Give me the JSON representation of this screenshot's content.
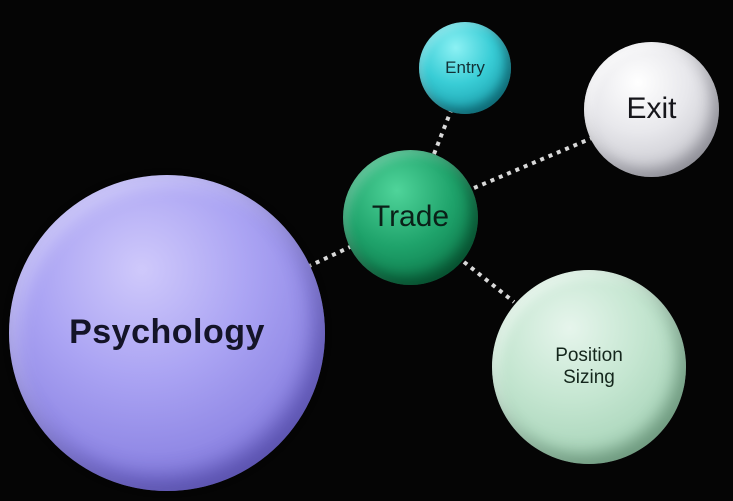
{
  "diagram": {
    "nodes": [
      {
        "id": "psychology",
        "label": "Psychology",
        "color": "#aaa3f3"
      },
      {
        "id": "trade",
        "label": "Trade",
        "color": "#1fa36b"
      },
      {
        "id": "entry",
        "label": "Entry",
        "color": "#39cdd6"
      },
      {
        "id": "exit",
        "label": "Exit",
        "color": "#e8e8ec"
      },
      {
        "id": "position_sizing",
        "label": "Position\nSizing",
        "color": "#c5e6d1"
      }
    ],
    "edges": [
      {
        "from": "trade",
        "to": "psychology",
        "style": "dotted"
      },
      {
        "from": "trade",
        "to": "entry",
        "style": "dotted"
      },
      {
        "from": "trade",
        "to": "exit",
        "style": "dotted"
      },
      {
        "from": "trade",
        "to": "position_sizing",
        "style": "dotted"
      }
    ],
    "background": "#050505",
    "connector_color": "#d9d9d9"
  }
}
